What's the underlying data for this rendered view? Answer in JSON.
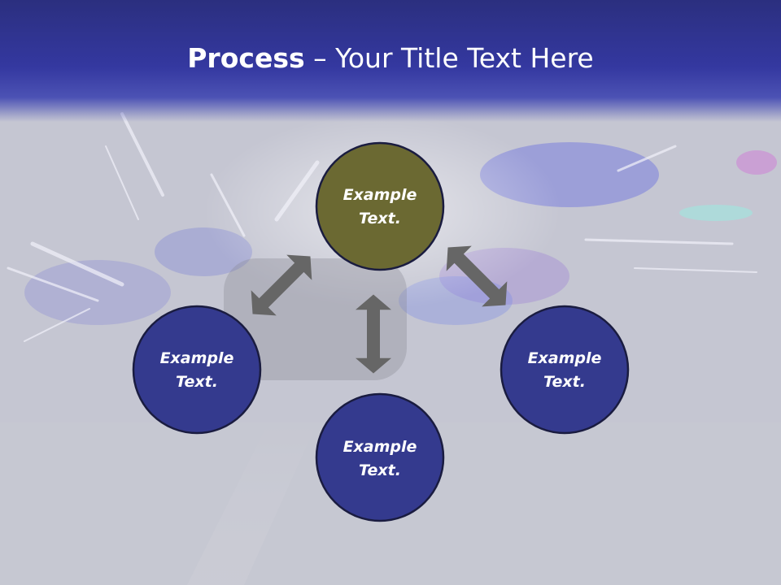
{
  "title": {
    "bold": "Process",
    "dash": " – ",
    "rest": "Your Title Text Here"
  },
  "colors": {
    "header": "#3438a0",
    "node_blue": "#343a8e",
    "node_olive": "#6b6932",
    "node_border": "#1a1c40",
    "arrow": "#666666"
  },
  "nodes": {
    "top": {
      "line1": "Example",
      "line2": "Text.",
      "fill": "#6b6932"
    },
    "left": {
      "line1": "Example",
      "line2": "Text.",
      "fill": "#343a8e"
    },
    "bottom": {
      "line1": "Example",
      "line2": "Text.",
      "fill": "#343a8e"
    },
    "right": {
      "line1": "Example",
      "line2": "Text.",
      "fill": "#343a8e"
    }
  }
}
